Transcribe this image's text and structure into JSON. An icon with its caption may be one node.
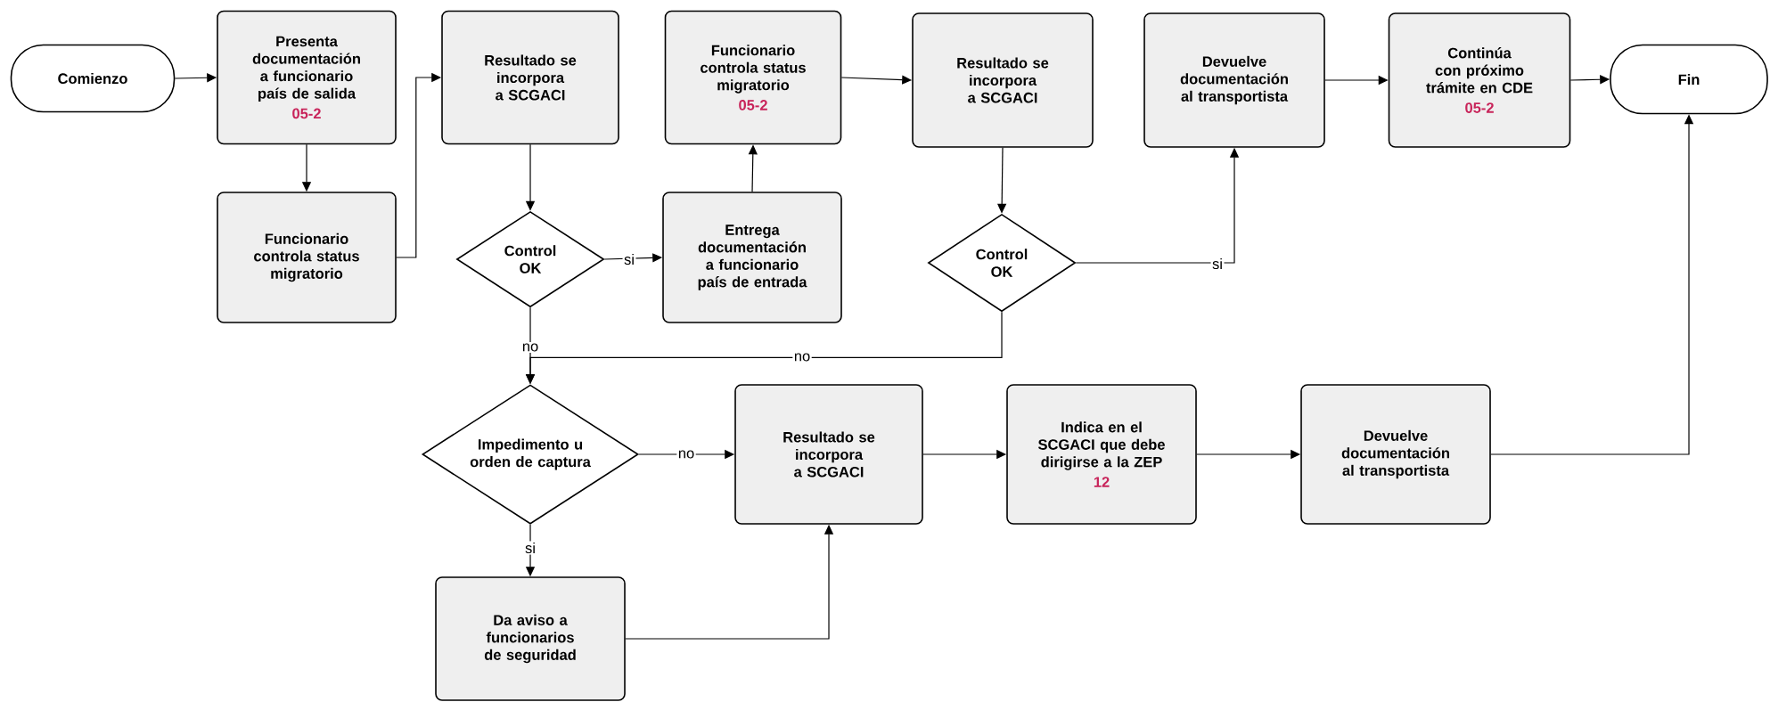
{
  "diagram": {
    "nodes": [
      {
        "text": [
          "Comienzo"
        ]
      },
      {
        "text": [
          "Presenta documentación a funcionario país de salida",
          "05-2"
        ]
      },
      {
        "text": [
          "Funcionario controla status migratorio"
        ]
      },
      {
        "text": [
          "Resultado se incorpora a SCGACI"
        ]
      },
      {
        "text": [
          "Control OK"
        ]
      },
      {
        "text": [
          "Funcionario controla status migratorio",
          "05-2"
        ]
      },
      {
        "text": [
          "Entrega documentación a funcionario país de entrada"
        ]
      },
      {
        "text": [
          "Resultado se incorpora a SCGACI"
        ]
      },
      {
        "text": [
          "Control OK"
        ]
      },
      {
        "text": [
          "Devuelve documentación al transportista"
        ]
      },
      {
        "text": [
          "Continúa con próximo trámite en CDE",
          "05-2"
        ]
      },
      {
        "text": [
          "Fin"
        ]
      },
      {
        "text": [
          "Impedimento u orden de captura"
        ]
      },
      {
        "text": [
          "Resultado se incorpora a SCGACI"
        ]
      },
      {
        "text": [
          "Indica en el SCGACI que debe dirigirse a la ZEP",
          "12"
        ]
      },
      {
        "text": [
          "Devuelve documentación al transportista"
        ]
      },
      {
        "text": [
          "Da aviso a funcionarios de seguridad"
        ]
      }
    ],
    "edges": [
      {
        "from": 0,
        "to": 1,
        "arrow": "to"
      },
      {
        "from": 1,
        "to": 2,
        "arrow": "to"
      },
      {
        "from": 2,
        "to": 3,
        "arrow": "to"
      },
      {
        "from": 3,
        "to": 4,
        "arrow": "to"
      },
      {
        "from": 4,
        "to": 6,
        "arrow": "to",
        "label": "si"
      },
      {
        "from": 6,
        "to": 5,
        "arrow": "to"
      },
      {
        "from": 5,
        "to": 7,
        "arrow": "to"
      },
      {
        "from": 7,
        "to": 8,
        "arrow": "to"
      },
      {
        "from": 8,
        "to": 9,
        "arrow": "to",
        "label": "si"
      },
      {
        "from": 9,
        "to": 10,
        "arrow": "to"
      },
      {
        "from": 10,
        "to": 11,
        "arrow": "to"
      },
      {
        "from": 4,
        "to": 12,
        "arrow": "to",
        "label": "no"
      },
      {
        "from": 8,
        "to": 12,
        "arrow": "to",
        "label": "no"
      },
      {
        "from": 12,
        "to": 13,
        "arrow": "to",
        "label": "no"
      },
      {
        "from": 12,
        "to": 16,
        "arrow": "to",
        "label": "si"
      },
      {
        "from": 16,
        "to": 13,
        "arrow": "to"
      },
      {
        "from": 13,
        "to": 14,
        "arrow": "to"
      },
      {
        "from": 14,
        "to": 15,
        "arrow": "to"
      },
      {
        "from": 15,
        "to": 11,
        "arrow": "to"
      }
    ]
  }
}
